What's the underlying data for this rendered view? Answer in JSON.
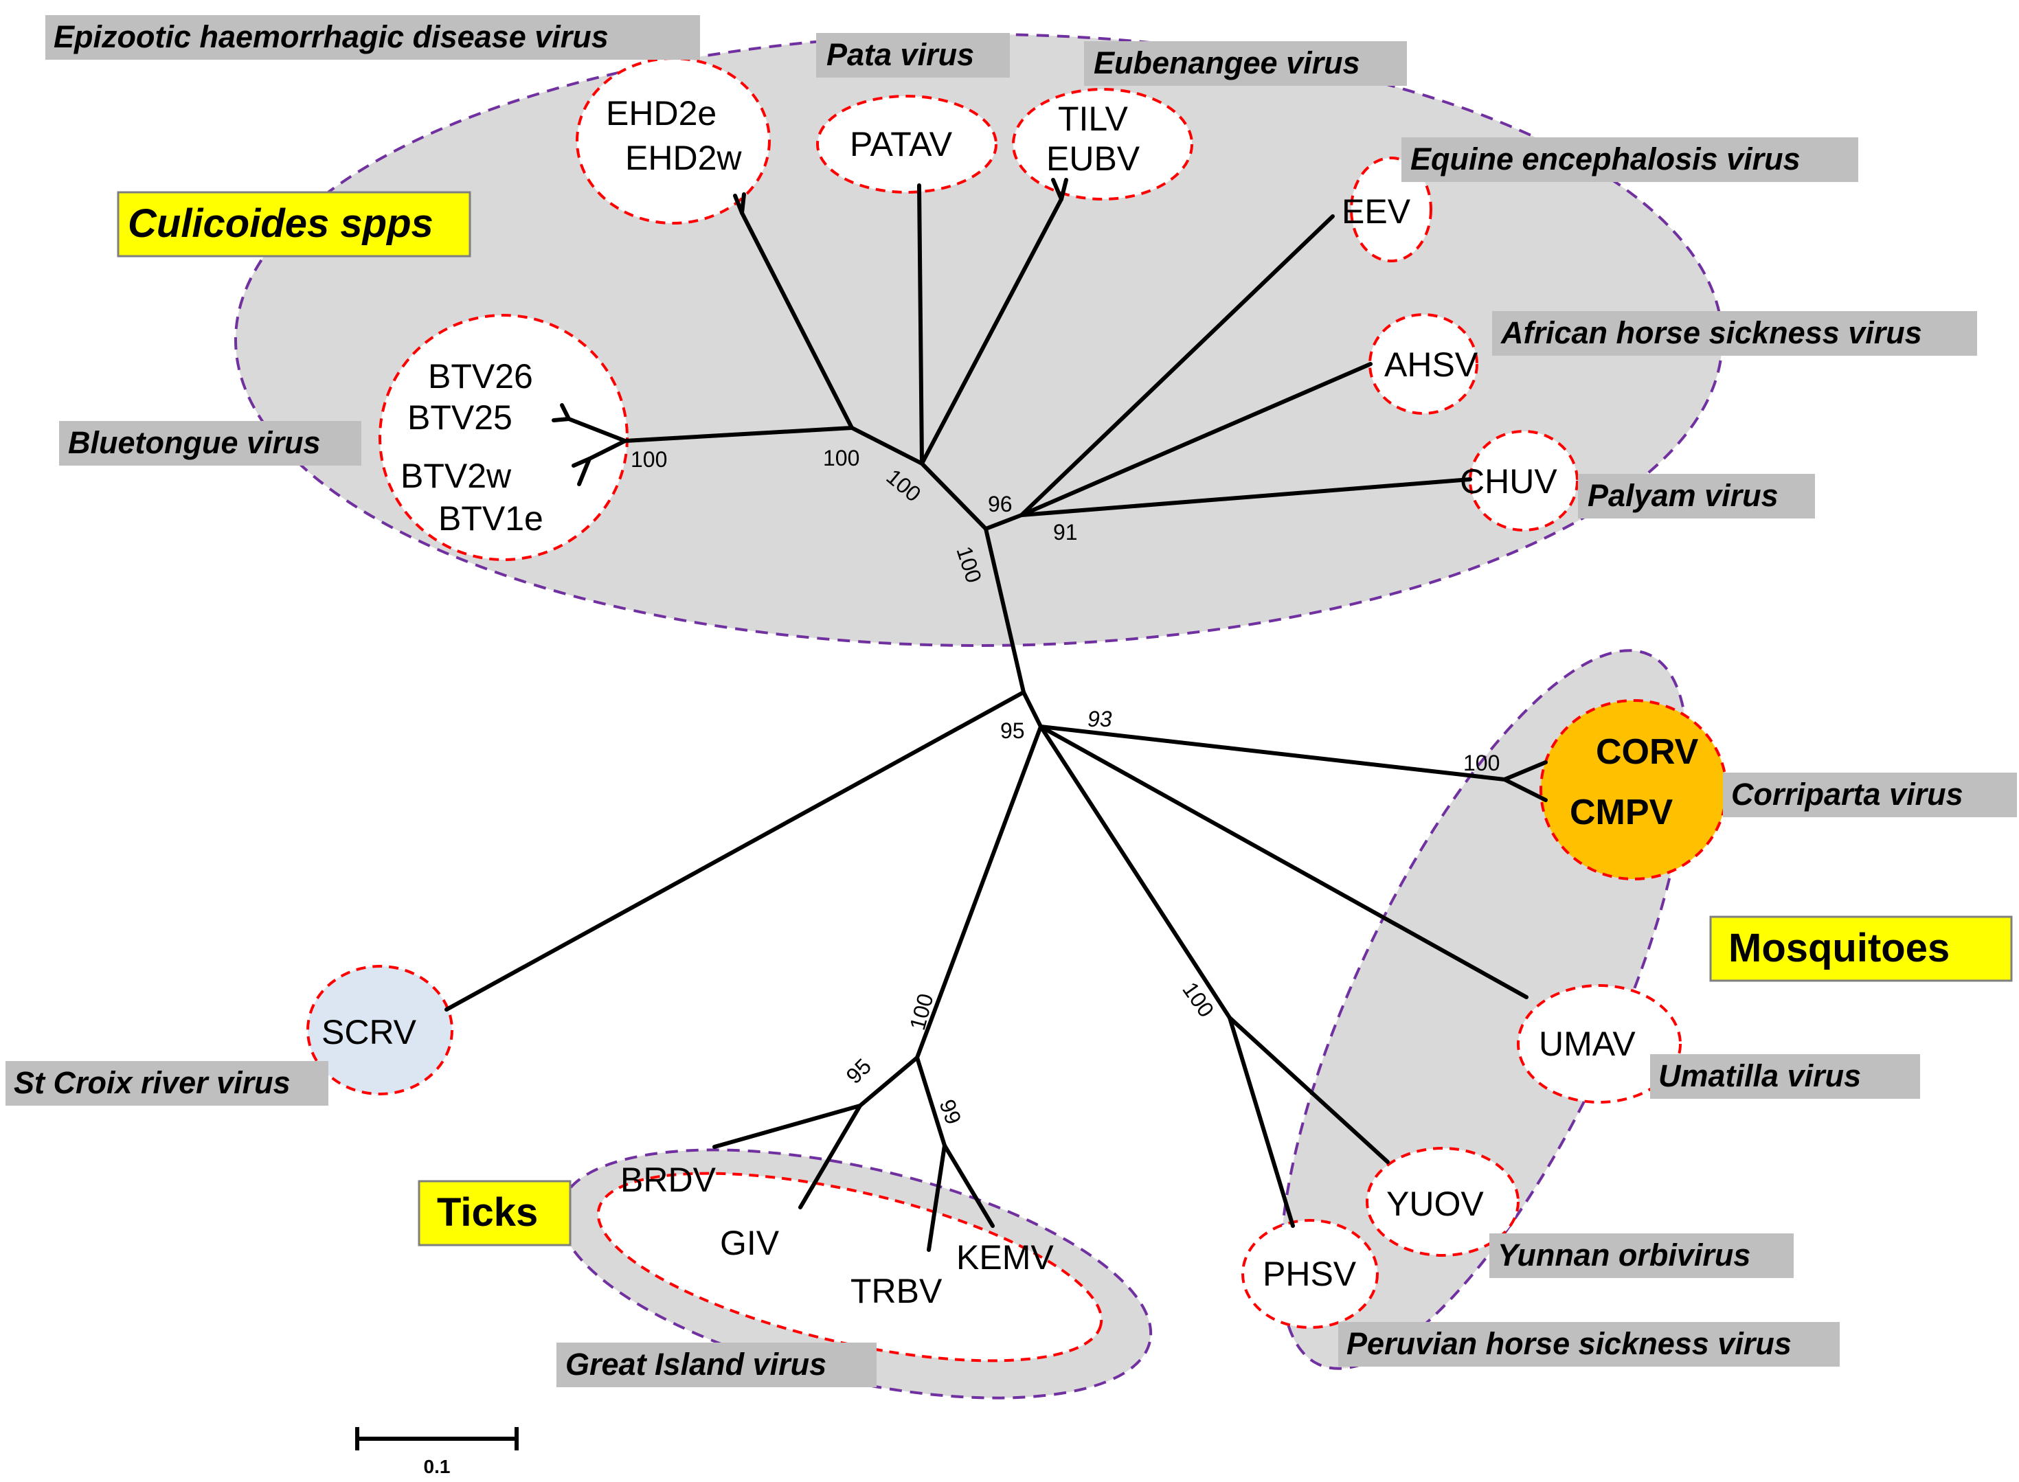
{
  "groups": {
    "culicoides": "Culicoides spps",
    "mosquitoes": "Mosquitoes",
    "ticks": "Ticks"
  },
  "virus_names": {
    "ehdv": "Epizootic haemorrhagic disease virus",
    "pata": "Pata virus",
    "eubenangee": "Eubenangee virus",
    "eev": "Equine encephalosis virus",
    "ahsv": "African horse sickness virus",
    "palyam": "Palyam virus",
    "btv": "Bluetongue virus",
    "corriparta": "Corriparta  virus",
    "umatilla": "Umatilla  virus",
    "yunnan": "Yunnan orbivirus",
    "peruvian": "Peruvian horse sickness virus",
    "great_island": "Great Island virus",
    "st_croix": "St Croix river virus"
  },
  "tips": {
    "ehd2e": "EHD2e",
    "ehd2w": "EHD2w",
    "patav": "PATAV",
    "tilv": "TILV",
    "eubv": "EUBV",
    "eev": "EEV",
    "ahsv": "AHSV",
    "chuv": "CHUV",
    "btv26": "BTV26",
    "btv25": "BTV25",
    "btv2w": "BTV2w",
    "btv1e": "BTV1e",
    "corv": "CORV",
    "cmpv": "CMPV",
    "umav": "UMAV",
    "yuov": "YUOV",
    "phsv": "PHSV",
    "scrv": "SCRV",
    "brdv": "BRDV",
    "giv": "GIV",
    "trbv": "TRBV",
    "kemv": "KEMV"
  },
  "bootstrap": {
    "btv_node": "100",
    "ehd_node": "100",
    "pata_node": "100",
    "culi_stem": "100",
    "ahsv_node": "96",
    "chuv_node": "91",
    "root": "95",
    "mosq_node": "93",
    "corv_node": "100",
    "tick_node": "100",
    "yuov_node": "100",
    "giv_node": "95",
    "kemv_node": "99"
  },
  "scale_bar": {
    "label": "0.1"
  },
  "colors": {
    "group_fill": "#d9d9d9",
    "group_border": "#7030a0",
    "taxon_border": "#ff0000",
    "label_bg": "#bfbfbf",
    "vector_label_bg": "#ffff00",
    "corriparta_fill": "#ffc000",
    "scrv_fill": "#dce6f2"
  }
}
